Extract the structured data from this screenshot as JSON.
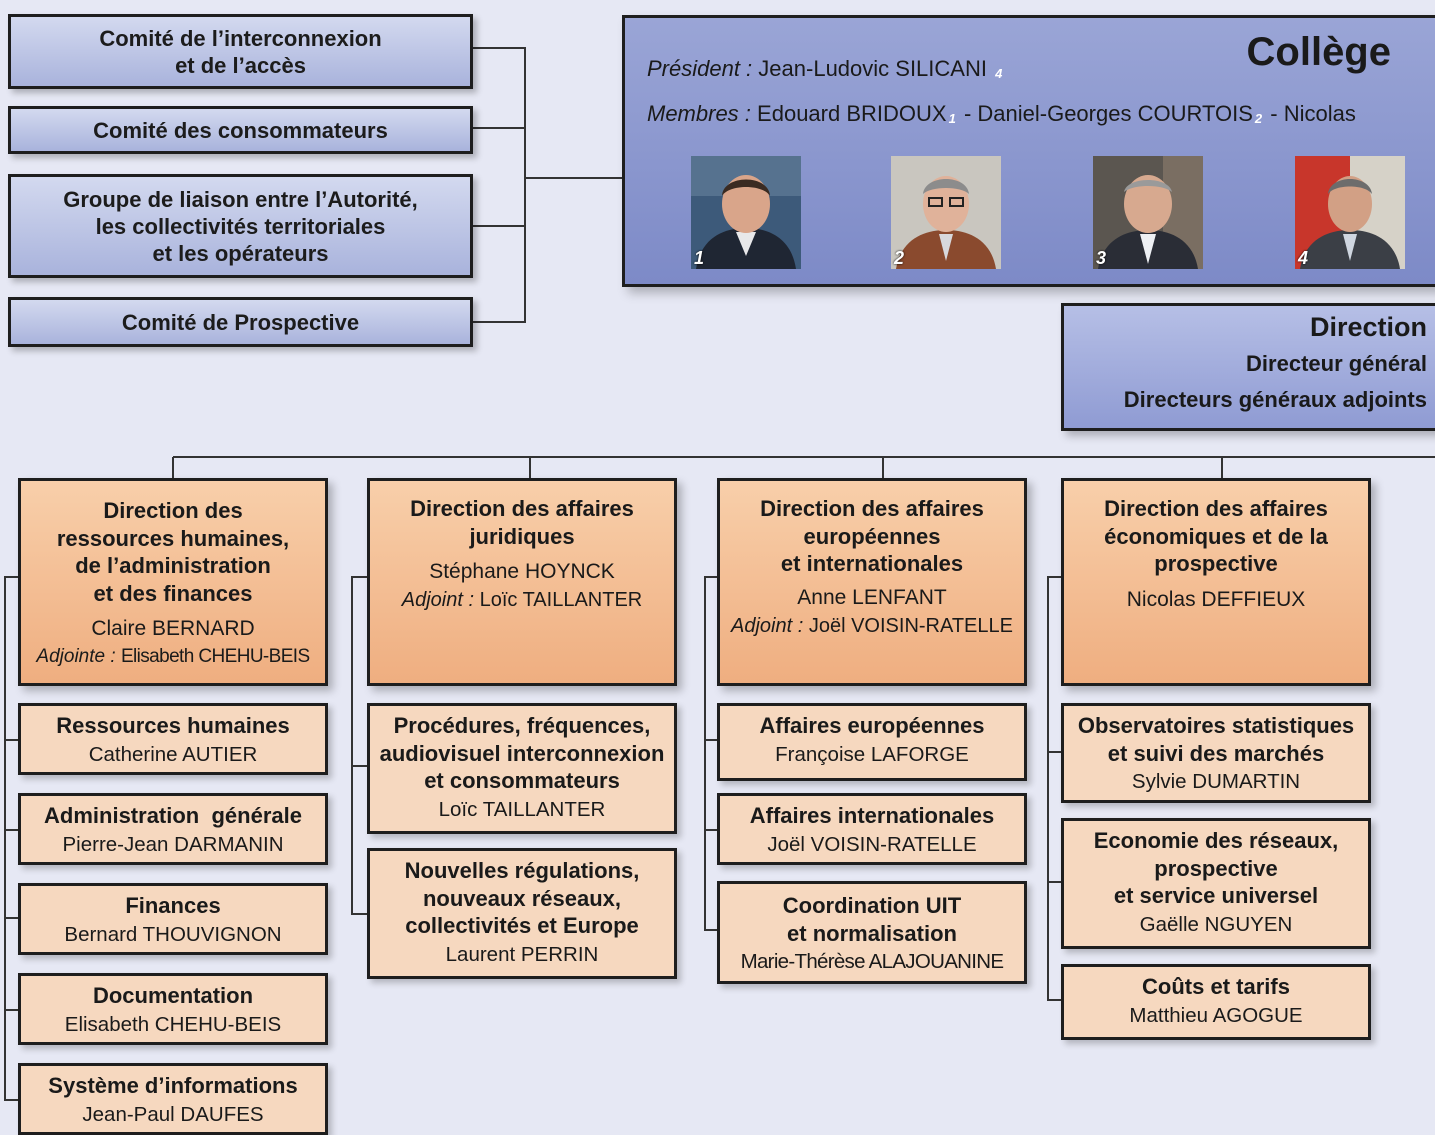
{
  "committees": [
    {
      "label": "Comité de l’interconnexion\net de l’accès"
    },
    {
      "label": "Comité des consommateurs"
    },
    {
      "label": "Groupe de liaison entre l’Autorité,\nles collectivités territoriales\net les opérateurs"
    },
    {
      "label": "Comité de Prospective"
    }
  ],
  "college": {
    "title": "Collège",
    "president_label": "Président :",
    "president_name": "Jean-Ludovic SILICANI",
    "president_num": "4",
    "members_label": "Membres :",
    "member1": "Edouard BRIDOUX",
    "member1_num": "1",
    "separator": "-",
    "member2": "Daniel-Georges COURTOIS",
    "member2_num": "2",
    "member3": "Nicolas",
    "photos": [
      {
        "num": "1",
        "bg": "#3d5a7a"
      },
      {
        "num": "2",
        "bg": "#c9c6bf"
      },
      {
        "num": "3",
        "bg": "#5b5650"
      },
      {
        "num": "4",
        "bg": "#c8362b"
      }
    ]
  },
  "direction": {
    "title": "Direction",
    "line1": "Directeur général",
    "line2": "Directeurs généraux adjoints"
  },
  "directorates": [
    {
      "title": "Direction des\nressources humaines,\nde l’administration\net des finances",
      "head": "Claire BERNARD",
      "adj_label": "Adjointe :",
      "adj_name": "Elisabeth CHEHU-BEIS",
      "units": [
        {
          "title": "Ressources humaines",
          "person": "Catherine AUTIER"
        },
        {
          "title": "Administration  générale",
          "person": "Pierre-Jean DARMANIN"
        },
        {
          "title": "Finances",
          "person": "Bernard THOUVIGNON"
        },
        {
          "title": "Documentation",
          "person": "Elisabeth CHEHU-BEIS"
        },
        {
          "title": "Système d’informations",
          "person": "Jean-Paul DAUFES"
        }
      ]
    },
    {
      "title": "Direction des affaires\njuridiques",
      "head": "Stéphane HOYNCK",
      "adj_label": "Adjoint :",
      "adj_name": "Loïc TAILLANTER",
      "units": [
        {
          "title": "Procédures, fréquences,\naudiovisuel interconnexion\net consommateurs",
          "person": "Loïc TAILLANTER"
        },
        {
          "title": "Nouvelles régulations,\nnouveaux réseaux,\ncollectivités et Europe",
          "person": "Laurent PERRIN"
        }
      ]
    },
    {
      "title": "Direction des affaires\neuropéennes\net internationales",
      "head": "Anne LENFANT",
      "adj_label": "Adjoint :",
      "adj_name": "Joël VOISIN-RATELLE",
      "units": [
        {
          "title": "Affaires européennes",
          "person": "Françoise LAFORGE"
        },
        {
          "title": "Affaires internationales",
          "person": "Joël VOISIN-RATELLE"
        },
        {
          "title": "Coordination UIT\net normalisation",
          "person": "Marie-Thérèse ALAJOUANINE"
        }
      ]
    },
    {
      "title": "Direction des affaires\néconomiques et de la\nprospective",
      "head": "Nicolas DEFFIEUX",
      "units": [
        {
          "title": "Observatoires statistiques\net suivi des marchés",
          "person": "Sylvie DUMARTIN"
        },
        {
          "title": "Economie des réseaux,\nprospective\net service universel",
          "person": "Gaëlle NGUYEN"
        },
        {
          "title": "Coûts et tarifs",
          "person": "Matthieu AGOGUE"
        }
      ]
    }
  ]
}
